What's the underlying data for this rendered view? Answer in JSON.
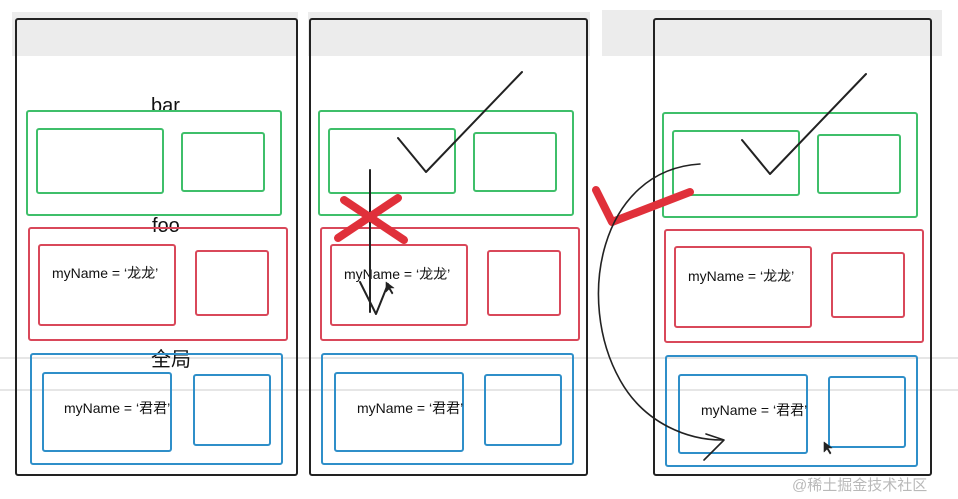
{
  "labels": {
    "bar": "bar",
    "foo": "foo",
    "global": "全局"
  },
  "code": {
    "foo_var": "myName = ‘龙龙’",
    "global_var": "myName = ‘君君’"
  },
  "watermark": "@稀土掘金技术社区",
  "colors": {
    "bar_scope": "#3fbf6a",
    "foo_scope": "#d9485a",
    "global_scope": "#2f8fc9",
    "pen_red": "#e0303a",
    "pen_black": "#222222"
  }
}
